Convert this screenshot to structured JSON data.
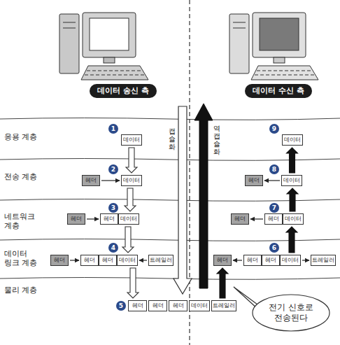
{
  "diagram": {
    "nodes": [
      {
        "text": [
          "데이터 송신 측"
        ]
      },
      {
        "text": [
          "데이터 수신 측"
        ]
      },
      {
        "text": [
          "데이터"
        ]
      },
      {
        "text": [
          "데이터"
        ]
      },
      {
        "text": [
          "헤더"
        ]
      },
      {
        "text": [
          "데이터"
        ]
      },
      {
        "text": [
          "헤더"
        ]
      },
      {
        "text": [
          "데이터"
        ]
      },
      {
        "text": [
          "헤더"
        ]
      },
      {
        "text": [
          "헤더"
        ]
      },
      {
        "text": [
          "데이터"
        ]
      },
      {
        "text": [
          "헤더"
        ]
      },
      {
        "text": [
          "헤더"
        ]
      },
      {
        "text": [
          "데이터"
        ]
      },
      {
        "text": [
          "헤더"
        ]
      },
      {
        "text": [
          "헤더"
        ]
      },
      {
        "text": [
          "헤더"
        ]
      },
      {
        "text": [
          "데이터"
        ]
      },
      {
        "text": [
          "트레일러"
        ]
      },
      {
        "text": [
          "헤더"
        ]
      },
      {
        "text": [
          "헤더"
        ]
      },
      {
        "text": [
          "헤더"
        ]
      },
      {
        "text": [
          "데이터"
        ]
      },
      {
        "text": [
          "트레일러"
        ]
      },
      {
        "text": [
          "헤더"
        ]
      },
      {
        "text": [
          "헤더"
        ]
      },
      {
        "text": [
          "헤더"
        ]
      },
      {
        "text": [
          "데이터"
        ]
      },
      {
        "text": [
          "트레일러"
        ]
      },
      {
        "text": [
          "전기 신호로 전송된다"
        ]
      }
    ],
    "edges": [
      {
        "from": 4,
        "to": 5,
        "arrow": "to"
      },
      {
        "from": 8,
        "to": 9,
        "arrow": "to"
      },
      {
        "from": 14,
        "to": 15,
        "arrow": "to"
      },
      {
        "from": 18,
        "to": 17,
        "arrow": "to"
      },
      {
        "from": 20,
        "to": 19,
        "arrow": "to"
      },
      {
        "from": 22,
        "to": 23,
        "arrow": "to"
      },
      {
        "from": 12,
        "to": 11,
        "arrow": "to"
      },
      {
        "from": 7,
        "to": 6,
        "arrow": "to"
      },
      {
        "from": 2,
        "to": 5,
        "arrow": "to"
      },
      {
        "from": 5,
        "to": 10,
        "arrow": "to"
      },
      {
        "from": 10,
        "to": 17,
        "arrow": "to"
      },
      {
        "from": 17,
        "to": 24,
        "arrow": "to"
      },
      {
        "from": 28,
        "to": 19,
        "arrow": "to"
      },
      {
        "from": 22,
        "to": 13,
        "arrow": "to"
      },
      {
        "from": 13,
        "to": 7,
        "arrow": "to"
      },
      {
        "from": 7,
        "to": 3,
        "arrow": "to"
      }
    ],
    "labels": [
      "응용 계층",
      "1",
      "9",
      "전송 계층",
      "2",
      "8",
      "캡슐화",
      "역캡슐화",
      "네트워크 계층",
      "3",
      "7",
      "데이터 링크 계층",
      "4",
      "6",
      "물리 계층",
      "5"
    ]
  }
}
